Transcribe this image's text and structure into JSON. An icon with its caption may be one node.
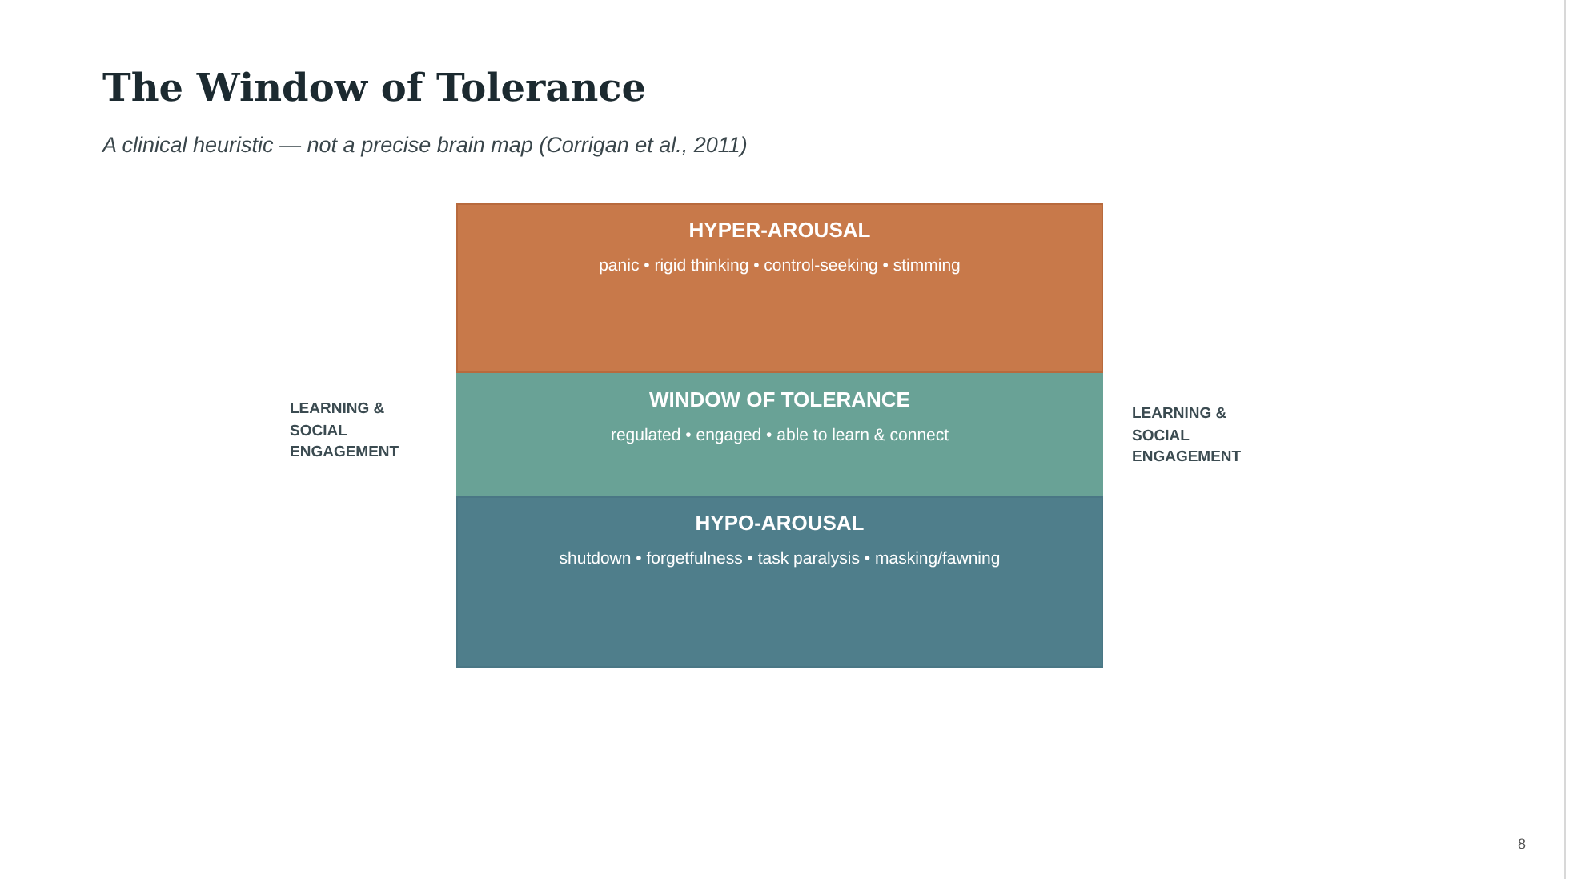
{
  "diagram": {
    "title": "The Window of Tolerance",
    "nodes": [
      {
        "text": [
          "HYPER-AROUSAL",
          "panic • rigid thinking • control-seeking • stimming"
        ]
      },
      {
        "text": [
          "WINDOW OF TOLERANCE",
          "regulated • engaged • able to learn & connect"
        ]
      },
      {
        "text": [
          "HYPO-AROUSAL",
          "shutdown • forgetfulness • task paralysis • masking/fawning"
        ]
      }
    ],
    "labels": [
      "A clinical heuristic — not a precise brain map (Corrigan et al., 2011)",
      "LEARNING & SOCIAL ENGAGEMENT",
      "LEARNING & SOCIAL ENGAGEMENT",
      "8"
    ]
  }
}
